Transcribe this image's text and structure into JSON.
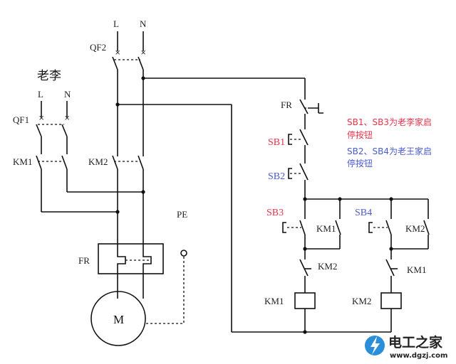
{
  "labels": {
    "supply_L": "L",
    "supply_N": "N",
    "qf2": "QF2",
    "old_li": "老李",
    "li_L": "L",
    "li_N": "N",
    "qf1": "QF1",
    "km1_main": "KM1",
    "km2_main": "KM2",
    "fr_main": "FR",
    "motor": "M",
    "pe": "PE",
    "fr_ctrl": "FR",
    "sb1": "SB1",
    "sb2": "SB2",
    "sb3": "SB3",
    "sb4": "SB4",
    "km1_holding": "KM1",
    "km2_holding": "KM2",
    "km2_interlock": "KM2",
    "km1_interlock": "KM1",
    "km1_coil": "KM1",
    "km2_coil": "KM2"
  },
  "notes": {
    "red_line1": "SB1、SB3为老李家启",
    "red_line2": "停按钮",
    "blue_line1": "SB2、SB4为老王家启",
    "blue_line2": "停按钮"
  },
  "logo": {
    "title": "电工之家",
    "url": "www.dgzj.com"
  },
  "colors": {
    "red": "#e8334a",
    "blue": "#4a5ad0",
    "logo_blue": "#2a8fd8"
  }
}
